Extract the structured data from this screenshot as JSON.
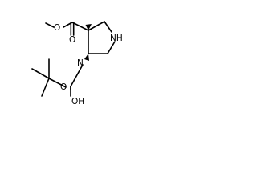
{
  "molecule": {
    "atoms": {
      "ester_o_methyl": "O",
      "ester_o_carbonyl": "O",
      "ring_n": "NH",
      "amide_n": "N",
      "boc_o_ether": "O",
      "boc_o_h": "OH"
    }
  },
  "colors": {
    "bond": "#000000",
    "text": "#000000",
    "background": "#ffffff"
  }
}
